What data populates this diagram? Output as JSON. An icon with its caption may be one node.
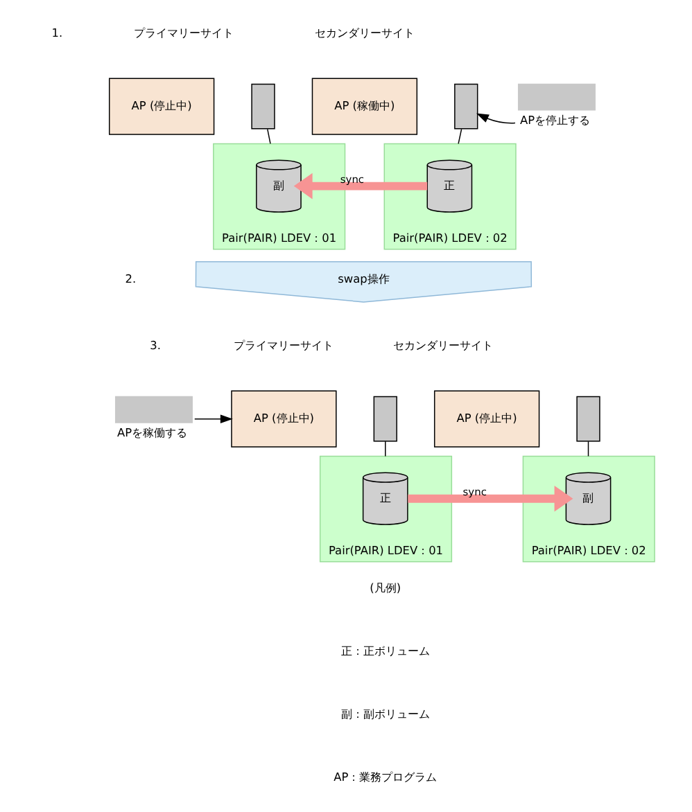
{
  "diagram": {
    "nodes": [
      {
        "text": [
          "AP (停止中)"
        ]
      },
      {
        "text": [],
        "shape": "box"
      },
      {
        "text": [
          "Pair(PAIR) LDEV：01"
        ]
      },
      {
        "text": [
          "副"
        ],
        "in": 2
      },
      {
        "text": [
          "AP (稼働中)"
        ]
      },
      {
        "text": [],
        "shape": "box"
      },
      {
        "text": [
          "Pair(PAIR) LDEV：02"
        ]
      },
      {
        "text": [
          "正"
        ],
        "in": 6
      },
      {
        "text": [],
        "shape": "box",
        "beside": [
          "APを停止する"
        ]
      },
      {
        "text": [
          "swap操作"
        ]
      },
      {
        "text": [],
        "shape": "box",
        "beside": [
          "APを稼働する"
        ]
      },
      {
        "text": [
          "AP (停止中)"
        ]
      },
      {
        "text": [],
        "shape": "box"
      },
      {
        "text": [
          "Pair(PAIR) LDEV：01"
        ]
      },
      {
        "text": [
          "正"
        ],
        "in": 13
      },
      {
        "text": [
          "AP (停止中)"
        ]
      },
      {
        "text": [],
        "shape": "box"
      },
      {
        "text": [
          "Pair(PAIR) LDEV：02"
        ]
      },
      {
        "text": [
          "副"
        ],
        "in": 17
      }
    ],
    "edges": [
      {
        "from": 1,
        "to": 2,
        "arrow": "none"
      },
      {
        "from": 5,
        "to": 6,
        "arrow": "none"
      },
      {
        "from": 7,
        "to": 3,
        "arrow": "to",
        "label": "sync",
        "style": "thick",
        "color": "#f79494"
      },
      {
        "from": 8,
        "to": 5,
        "arrow": "to"
      },
      {
        "from": 10,
        "to": 11,
        "arrow": "to"
      },
      {
        "from": 12,
        "to": 13,
        "arrow": "none"
      },
      {
        "from": 16,
        "to": 17,
        "arrow": "none"
      },
      {
        "from": 14,
        "to": 18,
        "arrow": "to",
        "label": "sync",
        "style": "thick",
        "color": "#f79494"
      }
    ],
    "labels": [
      "1.",
      "プライマリーサイト",
      "セカンダリーサイト",
      "2.",
      "3.",
      "プライマリーサイト",
      "セカンダリーサイト",
      "(凡例)",
      "正：正ボリューム",
      "副：副ボリューム",
      "AP：業務プログラム"
    ]
  }
}
